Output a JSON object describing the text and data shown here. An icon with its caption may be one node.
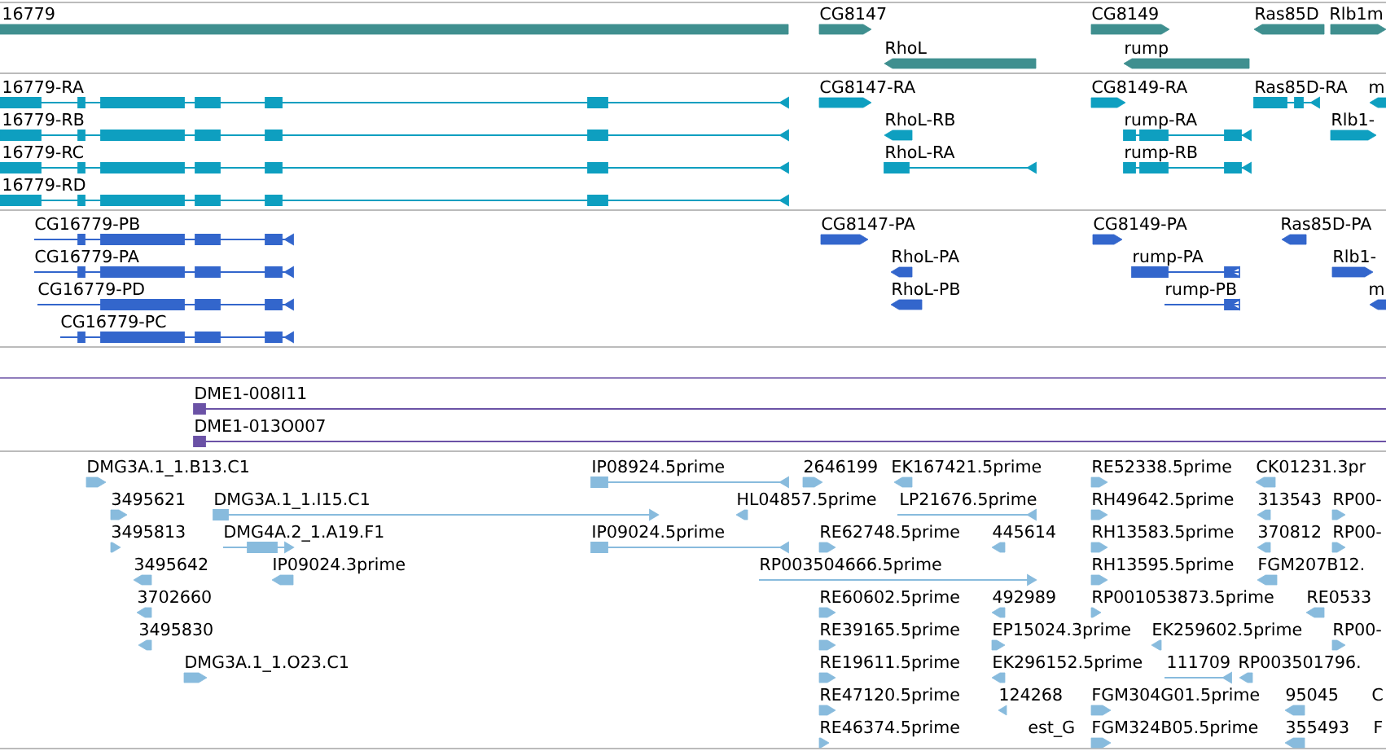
{
  "diagram": {
    "labels": [
      "16779",
      "CG8147",
      "CG8149",
      "Ras85D",
      "Rlb1m",
      "RhoL",
      "rump",
      "16779-RA",
      "CG8147-RA",
      "CG8149-RA",
      "Ras85D-RA",
      "m",
      "16779-RB",
      "RhoL-RB",
      "rump-RA",
      "Rlb1-",
      "16779-RC",
      "RhoL-RA",
      "rump-RB",
      "16779-RD",
      "CG16779-PB",
      "CG8147-PA",
      "CG8149-PA",
      "Ras85D-PA",
      "CG16779-PA",
      "RhoL-PA",
      "rump-PA",
      "Rlb1-",
      "CG16779-PD",
      "RhoL-PB",
      "rump-PB",
      "m",
      "CG16779-PC",
      "DME1-008I11",
      "DME1-013O007",
      "DMG3A.1_1.B13.C1",
      "IP08924.5prime",
      "2646199",
      "EK167421.5prime",
      "RE52338.5prime",
      "CK01231.3pr",
      "3495621",
      "DMG3A.1_1.I15.C1",
      "HL04857.5prime",
      "LP21676.5prime",
      "RH49642.5prime",
      "313543",
      "RP00-",
      "3495813",
      "DMG4A.2_1.A19.F1",
      "IP09024.5prime",
      "RE62748.5prime",
      "445614",
      "RH13583.5prime",
      "370812",
      "RP00-",
      "3495642",
      "IP09024.3prime",
      "RP003504666.5prime",
      "RH13595.5prime",
      "FGM207B12.",
      "3702660",
      "RE60602.5prime",
      "492989",
      "RP001053873.5prime",
      "RE0533",
      "3495830",
      "RE39165.5prime",
      "EP15024.3prime",
      "EK259602.5prime",
      "RP00-",
      "DMG3A.1_1.O23.C1",
      "RE19611.5prime",
      "EK296152.5prime",
      "111709",
      "RP003501796.",
      "RE47120.5prime",
      "124268",
      "FGM304G01.5prime",
      "95045",
      "C",
      "RE46374.5prime",
      "est_G",
      "FGM324B05.5prime",
      "355493",
      "F"
    ]
  }
}
